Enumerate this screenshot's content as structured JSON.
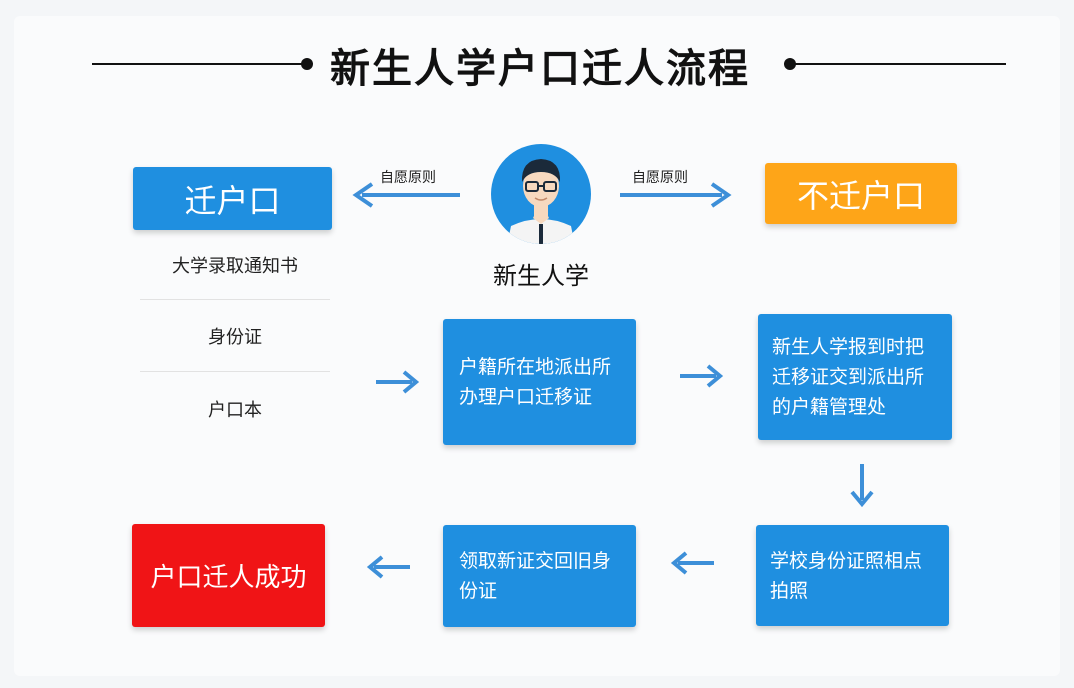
{
  "title": "新生人学户口迁人流程",
  "center": {
    "label": "新生人学"
  },
  "principle_left": "自愿原则",
  "principle_right": "自愿原则",
  "move_box": "迁户口",
  "nomove_box": "不迁户口",
  "documents": [
    "大学录取通知书",
    "身份证",
    "户口本"
  ],
  "step1": "户籍所在地派出所办理户口迁移证",
  "step2": "新生人学报到时把迁移证交到派出所的户籍管理处",
  "step3": "学校身份证照相点拍照",
  "step4": "领取新证交回旧身份证",
  "success_box": "户口迁人成功",
  "colors": {
    "blue": "#1f8fe0",
    "orange": "#fea518",
    "red": "#f01416",
    "arrow": "#3d8fd8"
  }
}
